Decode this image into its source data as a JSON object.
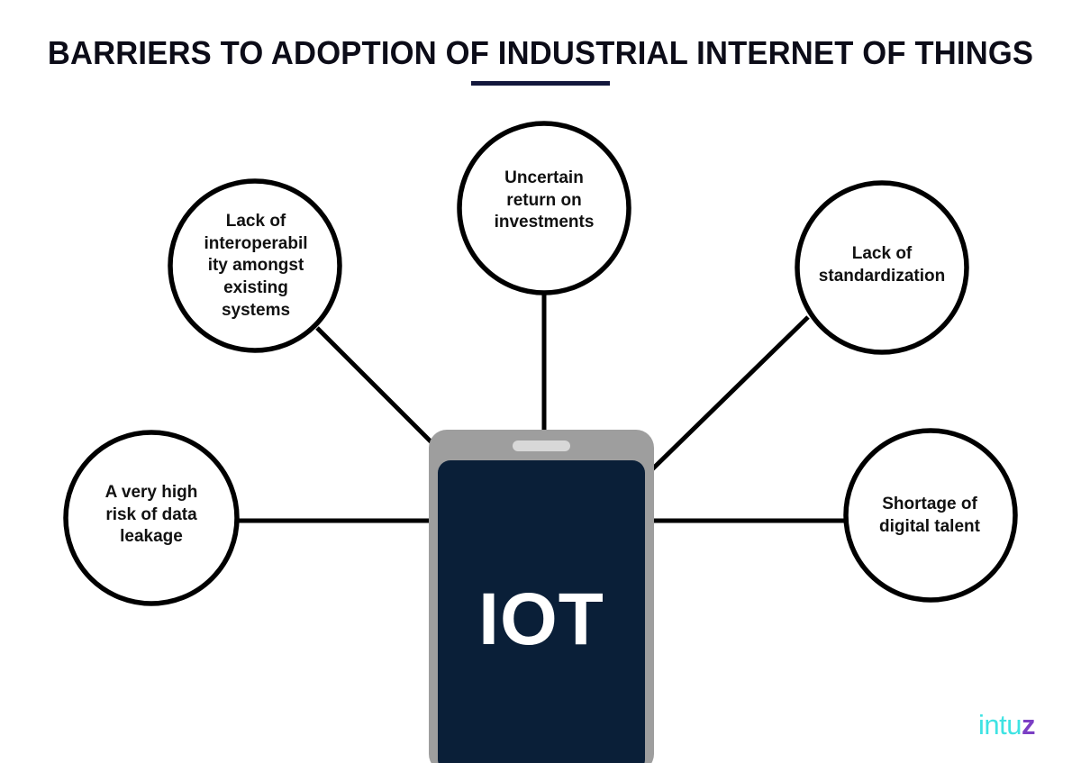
{
  "title": {
    "heading": "BARRIERS TO ADOPTION OF INDUSTRIAL INTERNET OF THINGS"
  },
  "center": {
    "device_label": "IOT"
  },
  "barriers": [
    {
      "id": "interoperability",
      "label": "Lack of\ninteroperabil\nity amongst\nexisting\nsystems",
      "position": "top-left"
    },
    {
      "id": "roi",
      "label": "Uncertain\nreturn on\ninvestments",
      "position": "top-center"
    },
    {
      "id": "standardization",
      "label": "Lack of\nstandardization",
      "position": "top-right"
    },
    {
      "id": "data-leakage",
      "label": "A very high\nrisk of data\nleakage",
      "position": "left"
    },
    {
      "id": "digital-talent",
      "label": "Shortage of\ndigital talent",
      "position": "right"
    }
  ],
  "logo": {
    "mark": "intu",
    "accent": "z"
  },
  "colors": {
    "background": "#ffffff",
    "outline": "#000000",
    "title_text": "#0c0c18",
    "title_rule": "#13173c",
    "phone_body": "#9e9e9e",
    "phone_screen": "#0a1f38",
    "phone_speaker": "#d8d8d8",
    "device_label_text": "#ffffff",
    "logo_mark": "#3fe3e3",
    "logo_accent": "#7b3fc4"
  }
}
